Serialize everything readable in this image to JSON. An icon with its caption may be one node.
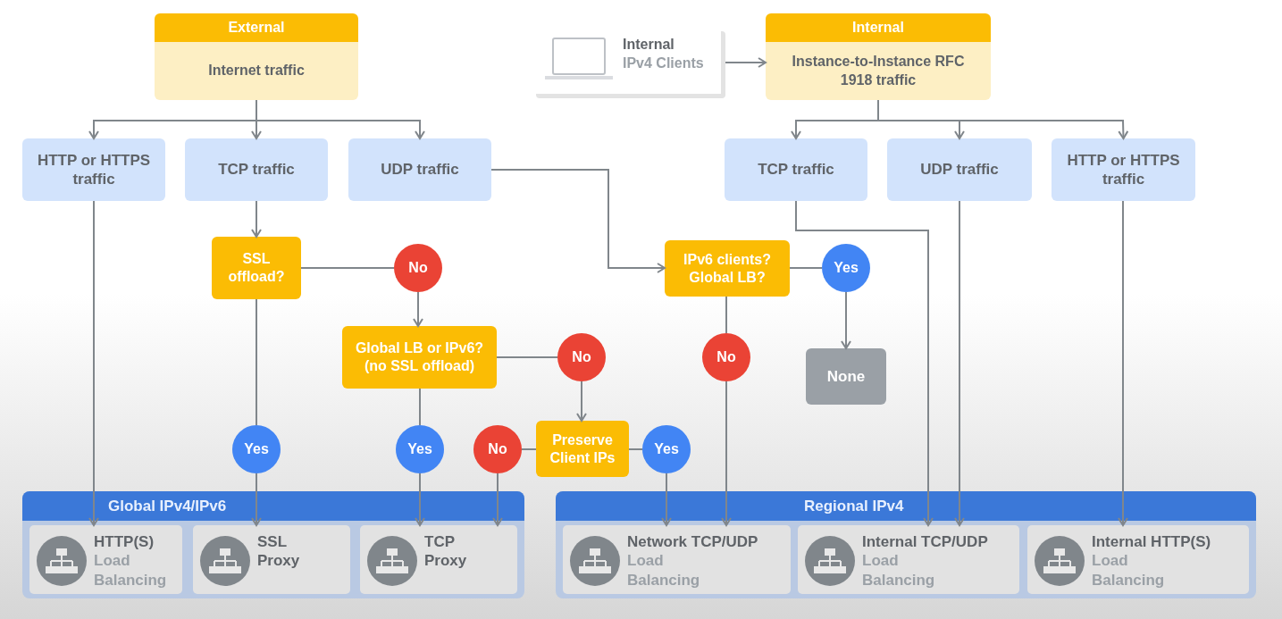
{
  "diagram": {
    "nodes": [
      {
        "text": [
          "External",
          "Internet traffic"
        ]
      },
      {
        "text": [
          "Internal",
          "IPv4 Clients"
        ]
      },
      {
        "text": [
          "Internal",
          "Instance-to-Instance RFC 1918 traffic"
        ]
      },
      {
        "text": [
          "HTTP or HTTPS traffic"
        ]
      },
      {
        "text": [
          "TCP traffic"
        ]
      },
      {
        "text": [
          "UDP traffic"
        ]
      },
      {
        "text": [
          "TCP traffic"
        ]
      },
      {
        "text": [
          "UDP traffic"
        ]
      },
      {
        "text": [
          "HTTP or HTTPS traffic"
        ]
      },
      {
        "text": [
          "SSL offload?"
        ]
      },
      {
        "text": [
          "No"
        ]
      },
      {
        "text": [
          "Global LB or IPv6? (no SSL offload)"
        ]
      },
      {
        "text": [
          "No"
        ]
      },
      {
        "text": [
          "Preserve Client IPs"
        ]
      },
      {
        "text": [
          "Yes"
        ]
      },
      {
        "text": [
          "Yes"
        ]
      },
      {
        "text": [
          "No"
        ]
      },
      {
        "text": [
          "Yes"
        ]
      },
      {
        "text": [
          "IPv6 clients? Global LB?"
        ]
      },
      {
        "text": [
          "Yes"
        ]
      },
      {
        "text": [
          "No"
        ]
      },
      {
        "text": [
          "None"
        ]
      },
      {
        "text": [
          "Global IPv4/IPv6"
        ]
      },
      {
        "text": [
          "HTTP(S)",
          "Load Balancing"
        ],
        "in": 22
      },
      {
        "text": [
          "SSL Proxy"
        ],
        "in": 22
      },
      {
        "text": [
          "TCP Proxy"
        ],
        "in": 22
      },
      {
        "text": [
          "Regional IPv4"
        ]
      },
      {
        "text": [
          "Network TCP/UDP",
          "Load Balancing"
        ],
        "in": 26
      },
      {
        "text": [
          "Internal TCP/UDP",
          "Load Balancing"
        ],
        "in": 26
      },
      {
        "text": [
          "Internal HTTP(S)",
          "Load Balancing"
        ],
        "in": 26
      }
    ],
    "edges": [
      {
        "from": 0,
        "to": 3,
        "arrow": "to"
      },
      {
        "from": 0,
        "to": 4,
        "arrow": "to"
      },
      {
        "from": 0,
        "to": 5,
        "arrow": "to"
      },
      {
        "from": 1,
        "to": 2,
        "arrow": "to"
      },
      {
        "from": 2,
        "to": 6,
        "arrow": "to"
      },
      {
        "from": 2,
        "to": 7,
        "arrow": "to"
      },
      {
        "from": 2,
        "to": 8,
        "arrow": "to"
      },
      {
        "from": 3,
        "to": 23,
        "arrow": "to"
      },
      {
        "from": 4,
        "to": 9,
        "arrow": "to"
      },
      {
        "from": 9,
        "to": 10,
        "arrow": "none"
      },
      {
        "from": 10,
        "to": 11,
        "arrow": "to"
      },
      {
        "from": 9,
        "to": 14,
        "arrow": "none"
      },
      {
        "from": 14,
        "to": 24,
        "arrow": "to"
      },
      {
        "from": 11,
        "to": 12,
        "arrow": "none"
      },
      {
        "from": 12,
        "to": 13,
        "arrow": "to"
      },
      {
        "from": 11,
        "to": 15,
        "arrow": "none"
      },
      {
        "from": 15,
        "to": 25,
        "arrow": "to"
      },
      {
        "from": 13,
        "to": 16,
        "arrow": "none"
      },
      {
        "from": 16,
        "to": 25,
        "arrow": "to"
      },
      {
        "from": 13,
        "to": 17,
        "arrow": "none"
      },
      {
        "from": 17,
        "to": 27,
        "arrow": "to"
      },
      {
        "from": 5,
        "to": 18,
        "arrow": "to"
      },
      {
        "from": 18,
        "to": 19,
        "arrow": "none"
      },
      {
        "from": 19,
        "to": 21,
        "arrow": "to"
      },
      {
        "from": 18,
        "to": 20,
        "arrow": "none"
      },
      {
        "from": 20,
        "to": 27,
        "arrow": "to"
      },
      {
        "from": 6,
        "to": 28,
        "arrow": "to"
      },
      {
        "from": 7,
        "to": 28,
        "arrow": "to"
      },
      {
        "from": 8,
        "to": 29,
        "arrow": "to"
      }
    ]
  }
}
